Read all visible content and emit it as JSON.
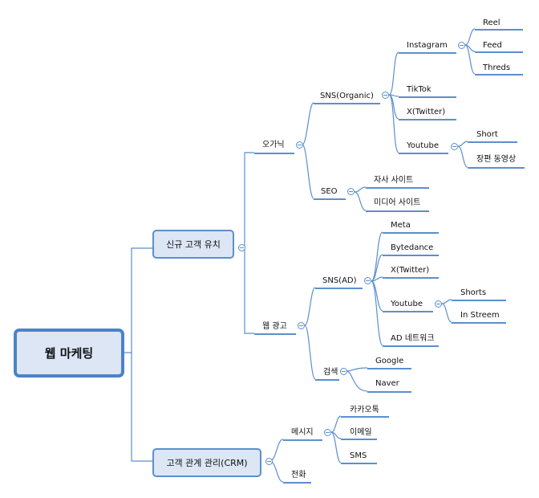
{
  "root": "웹 마케팅",
  "branches": {
    "acquisition": "신규 고객 유치",
    "crm": "고객 관계 관리(CRM)",
    "organic": "오가닉",
    "sns_organic": "SNS(Organic)",
    "instagram": "Instagram",
    "reel": "Reel",
    "feed": "Feed",
    "threds": "Threds",
    "tiktok": "TikTok",
    "x_twitter_organic": "X(Twitter)",
    "youtube_organic": "Youtube",
    "short": "Short",
    "long_video": "장편 동영상",
    "seo": "SEO",
    "own_site": "자사 사이트",
    "media_site": "미디어 사이트",
    "web_ads": "웹 광고",
    "sns_ad": "SNS(AD)",
    "meta": "Meta",
    "bytedance": "Bytedance",
    "x_twitter_ad": "X(Twitter)",
    "youtube_ad": "Youtube",
    "shorts": "Shorts",
    "in_streem": "In Streem",
    "ad_network": "AD 네트워크",
    "search": "검색",
    "google": "Google",
    "naver": "Naver",
    "message": "메시지",
    "kakaotalk": "카카오톡",
    "email": "이메일",
    "sms": "SMS",
    "phone": "전화"
  },
  "colors": {
    "line": "#5b8fce",
    "box_fill": "#dce6f4",
    "root_border": "#4a83c9"
  }
}
